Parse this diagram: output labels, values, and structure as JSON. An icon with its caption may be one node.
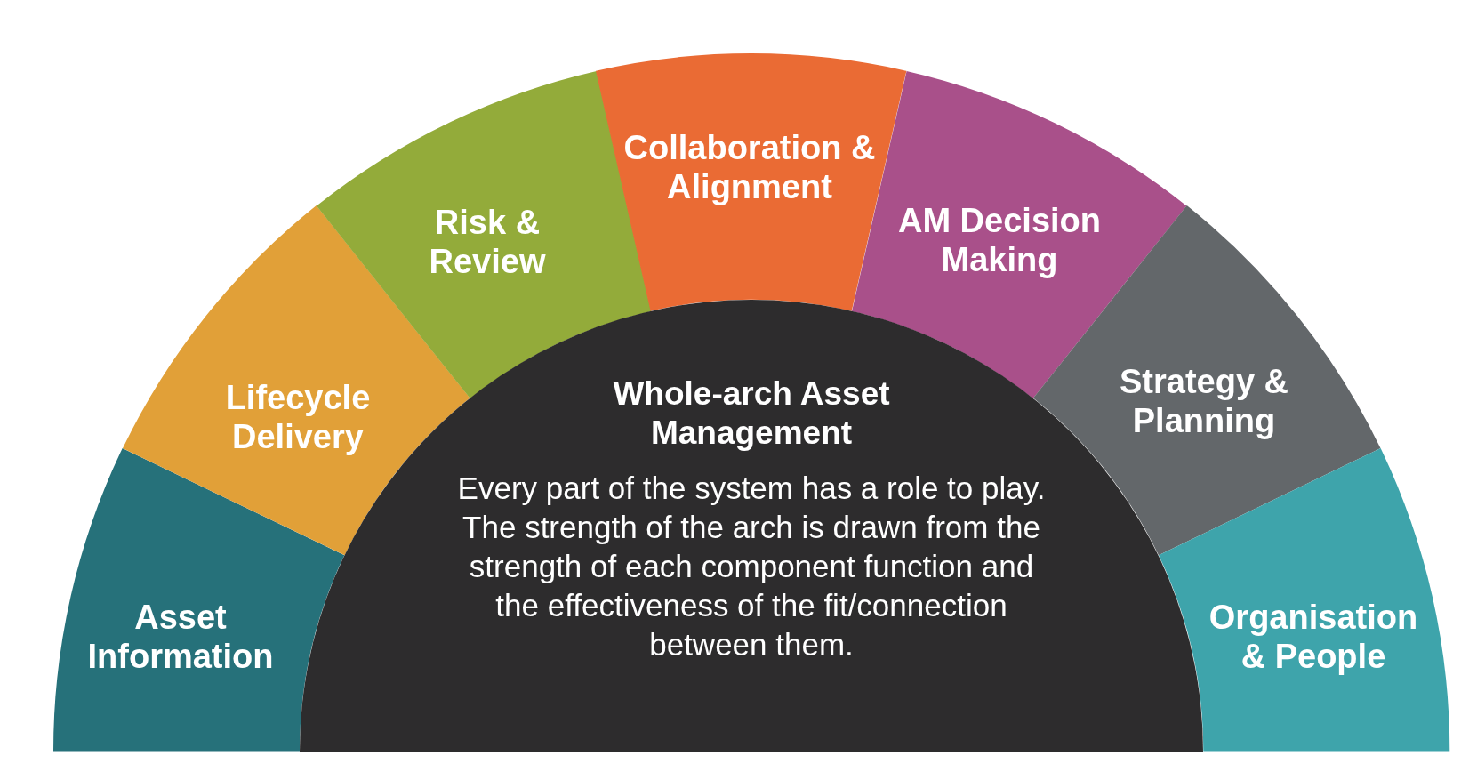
{
  "diagram": {
    "nodes": [
      {
        "text": [
          "Asset Information"
        ]
      },
      {
        "text": [
          "Lifecycle Delivery"
        ]
      },
      {
        "text": [
          "Risk & Review"
        ]
      },
      {
        "text": [
          "Collaboration & Alignment"
        ]
      },
      {
        "text": [
          "AM Decision Making"
        ]
      },
      {
        "text": [
          "Strategy & Planning"
        ]
      },
      {
        "text": [
          "Organisation & People"
        ]
      },
      {
        "text": [
          "Whole-arch Asset Management",
          "Every part of the system has a role to play. The strength of the arch is drawn from the strength of each component function and the effectiveness of the fit/connection between them."
        ]
      }
    ]
  }
}
